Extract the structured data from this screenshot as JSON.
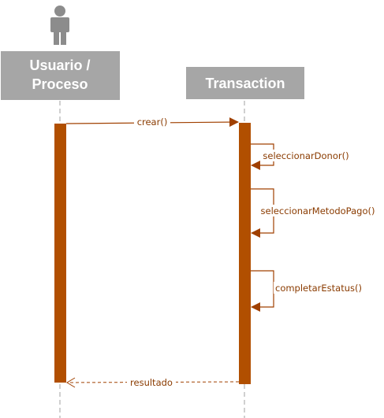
{
  "diagram": {
    "type": "sequence",
    "colors": {
      "actor_box": "#a6a6a6",
      "actor_icon": "#8c8c8c",
      "activation": "#b14f00",
      "message": "#a04000",
      "label": "#8a3b00",
      "lifeline": "#b0b0b0"
    },
    "participants": [
      {
        "label_line1": "Usuario /",
        "label_line2": "Proceso",
        "icon": "person-icon"
      },
      {
        "label": "Transaction"
      }
    ],
    "messages": [
      {
        "label": "crear()",
        "from": "Usuario / Proceso",
        "to": "Transaction",
        "kind": "call"
      },
      {
        "label": "seleccionarDonor()",
        "from": "Transaction",
        "to": "Transaction",
        "kind": "self"
      },
      {
        "label": "seleccionarMetodoPago()",
        "from": "Transaction",
        "to": "Transaction",
        "kind": "self"
      },
      {
        "label": "completarEstatus()",
        "from": "Transaction",
        "to": "Transaction",
        "kind": "self"
      },
      {
        "label": "resultado",
        "from": "Transaction",
        "to": "Usuario / Proceso",
        "kind": "return"
      }
    ]
  }
}
